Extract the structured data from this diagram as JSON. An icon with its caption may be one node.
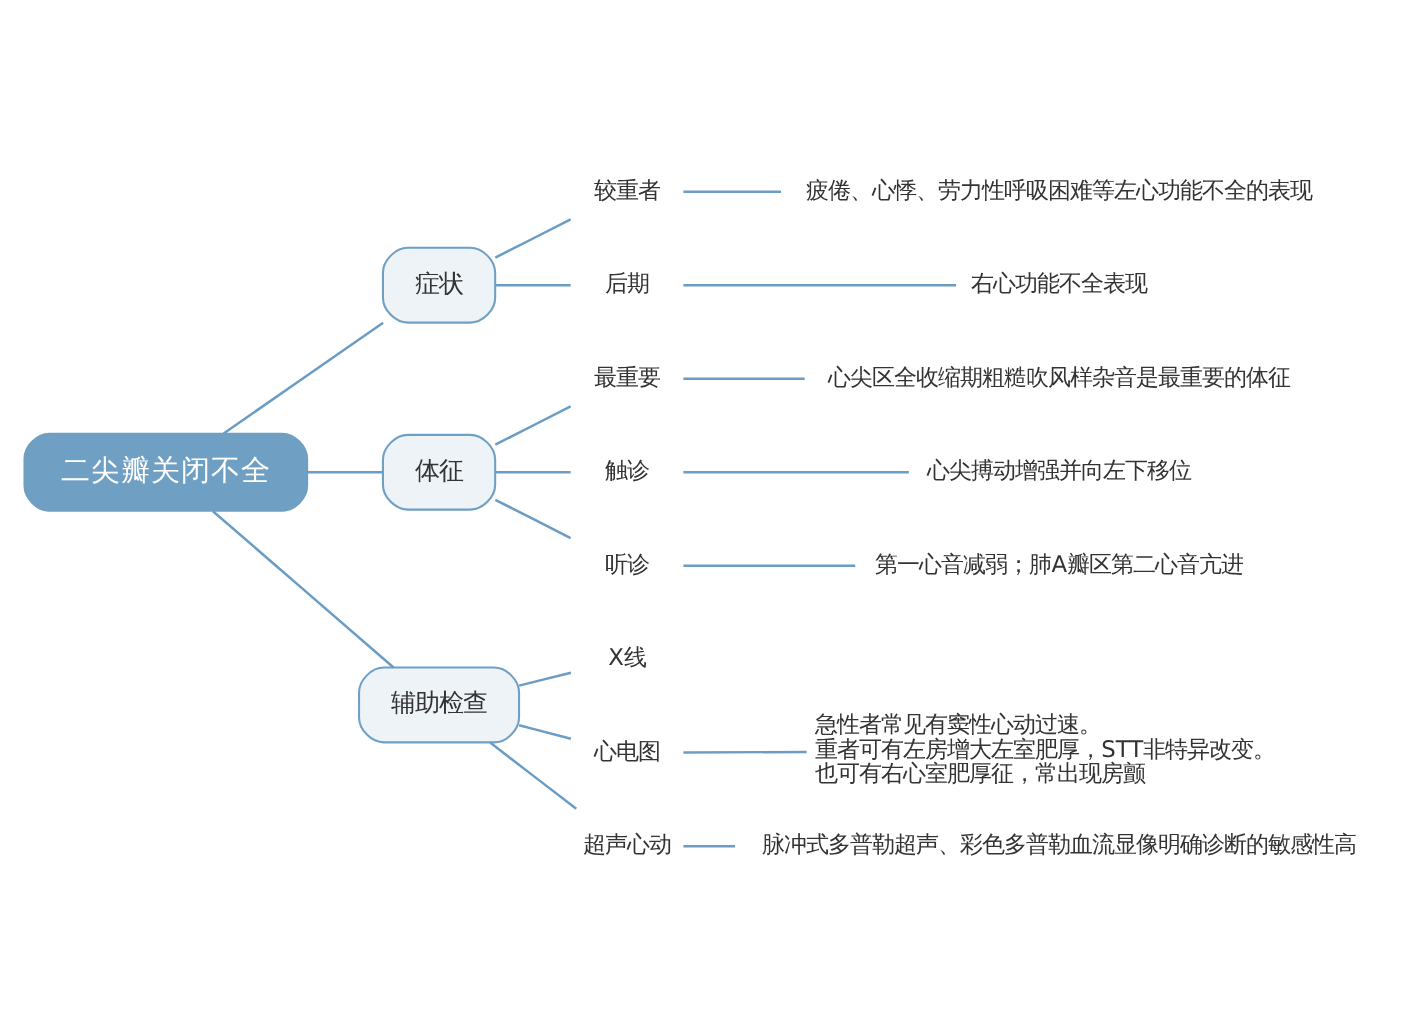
{
  "diagram": {
    "nodes": [
      {
        "text": [
          "二尖瓣关闭不全"
        ]
      },
      {
        "text": [
          "症状"
        ]
      },
      {
        "text": [
          "较重者"
        ]
      },
      {
        "text": [
          "疲倦、心悸、劳力性呼吸困难等左心功能不全的表现"
        ]
      },
      {
        "text": [
          "后期"
        ]
      },
      {
        "text": [
          "右心功能不全表现"
        ]
      },
      {
        "text": [
          "体征"
        ]
      },
      {
        "text": [
          "最重要"
        ]
      },
      {
        "text": [
          "心尖区全收缩期粗糙吹风样杂音是最重要的体征"
        ]
      },
      {
        "text": [
          "触诊"
        ]
      },
      {
        "text": [
          "心尖搏动增强并向左下移位"
        ]
      },
      {
        "text": [
          "听诊"
        ]
      },
      {
        "text": [
          "第一心音减弱；肺A瓣区第二心音亢进"
        ]
      },
      {
        "text": [
          "辅助检查"
        ]
      },
      {
        "text": [
          "X线"
        ]
      },
      {
        "text": [
          "心电图"
        ]
      },
      {
        "text": [
          "急性者常见有窦性心动过速。",
          "重者可有左房增大左室肥厚，STT非特异改变。",
          "也可有右心室肥厚征，常出现房颤"
        ]
      },
      {
        "text": [
          "超声心动"
        ]
      },
      {
        "text": [
          "脉冲式多普勒超声、彩色多普勒血流显像明确诊断的敏感性高"
        ]
      }
    ],
    "edges": [
      {
        "from": 0,
        "to": 1,
        "arrow": "none"
      },
      {
        "from": 1,
        "to": 2,
        "arrow": "none"
      },
      {
        "from": 2,
        "to": 3,
        "arrow": "none"
      },
      {
        "from": 1,
        "to": 4,
        "arrow": "none"
      },
      {
        "from": 4,
        "to": 5,
        "arrow": "none"
      },
      {
        "from": 0,
        "to": 6,
        "arrow": "none"
      },
      {
        "from": 6,
        "to": 7,
        "arrow": "none"
      },
      {
        "from": 7,
        "to": 8,
        "arrow": "none"
      },
      {
        "from": 6,
        "to": 9,
        "arrow": "none"
      },
      {
        "from": 9,
        "to": 10,
        "arrow": "none"
      },
      {
        "from": 6,
        "to": 11,
        "arrow": "none"
      },
      {
        "from": 11,
        "to": 12,
        "arrow": "none"
      },
      {
        "from": 0,
        "to": 13,
        "arrow": "none"
      },
      {
        "from": 13,
        "to": 14,
        "arrow": "none"
      },
      {
        "from": 13,
        "to": 15,
        "arrow": "none"
      },
      {
        "from": 15,
        "to": 16,
        "arrow": "none"
      },
      {
        "from": 13,
        "to": 17,
        "arrow": "none"
      },
      {
        "from": 17,
        "to": 18,
        "arrow": "none"
      }
    ]
  }
}
